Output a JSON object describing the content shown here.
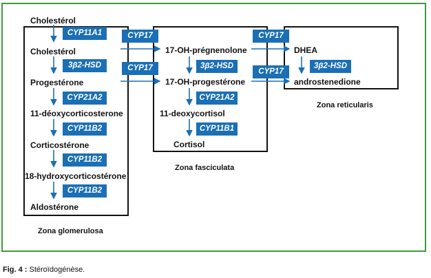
{
  "glomerulosa": {
    "label": "Zona glomerulosa",
    "molecules": [
      "Cholestérol",
      "Cholestérol",
      "Progestérone",
      "11-déoxycorticosterone",
      "Corticostérone",
      "18-hydroxycorticostérone",
      "Aldostérone"
    ],
    "enzymes": [
      "CYP11A1",
      "3β2-HSD",
      "CYP21A2",
      "CYP11B2",
      "CYP11B2",
      "CYP11B2"
    ]
  },
  "fasciculata": {
    "label": "Zona fasciculata",
    "molecules": [
      "17-OH-prégnenolone",
      "17-OH-progestérone",
      "11-deoxycortisol",
      "Cortisol"
    ],
    "enzymes": [
      "3β2-HSD",
      "CYP21A2",
      "CYP11B1"
    ]
  },
  "reticularis": {
    "label": "Zona reticularis",
    "molecules": [
      "DHEA",
      "androstenedione"
    ],
    "enzymes": [
      "3β2-HSD"
    ]
  },
  "cross_enzymes": [
    "CYP17",
    "CYP17",
    "CYP17",
    "CYP17"
  ],
  "caption": {
    "prefix": "Fig. 4 :",
    "text": " Stéroïdogénèse."
  },
  "colors": {
    "enzyme_bg": "#1a6fb5",
    "frame": "#3f9a3f",
    "text": "#111111"
  }
}
